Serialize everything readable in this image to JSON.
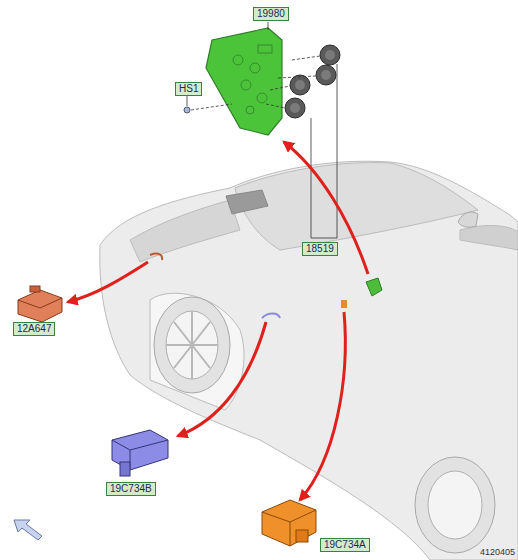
{
  "diagram": {
    "labels": [
      "19980",
      "HS1",
      "18519",
      "12A647",
      "19C734B",
      "19C734A",
      "4120405"
    ]
  }
}
